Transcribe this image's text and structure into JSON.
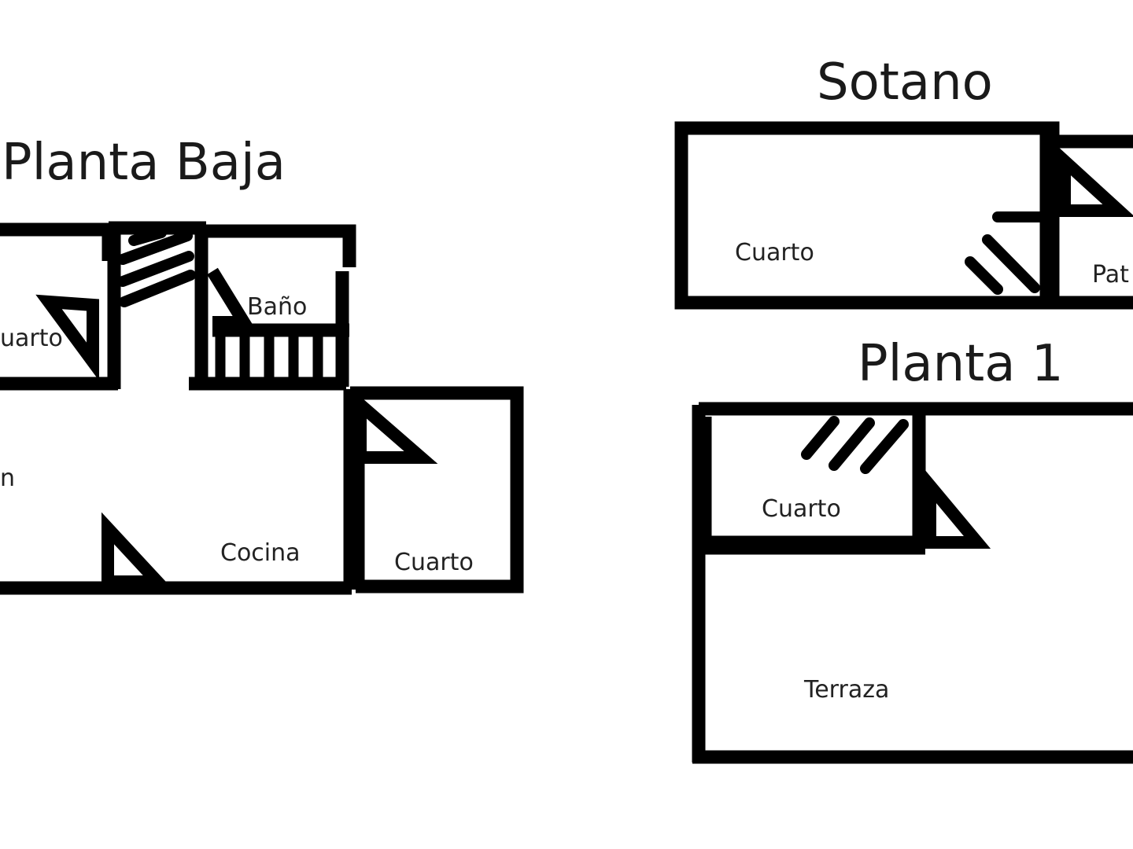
{
  "plans": {
    "planta_baja": {
      "title": "Planta Baja",
      "rooms": {
        "cuarto_left": "uarto",
        "bano": "Baño",
        "salon_fragment": "n",
        "cocina": "Cocina",
        "cuarto_right": "Cuarto"
      }
    },
    "sotano": {
      "title": "Sotano",
      "rooms": {
        "cuarto": "Cuarto",
        "patio_fragment": "Pat"
      }
    },
    "planta_1": {
      "title": "Planta 1",
      "rooms": {
        "cuarto": "Cuarto",
        "terraza": "Terraza"
      }
    }
  }
}
